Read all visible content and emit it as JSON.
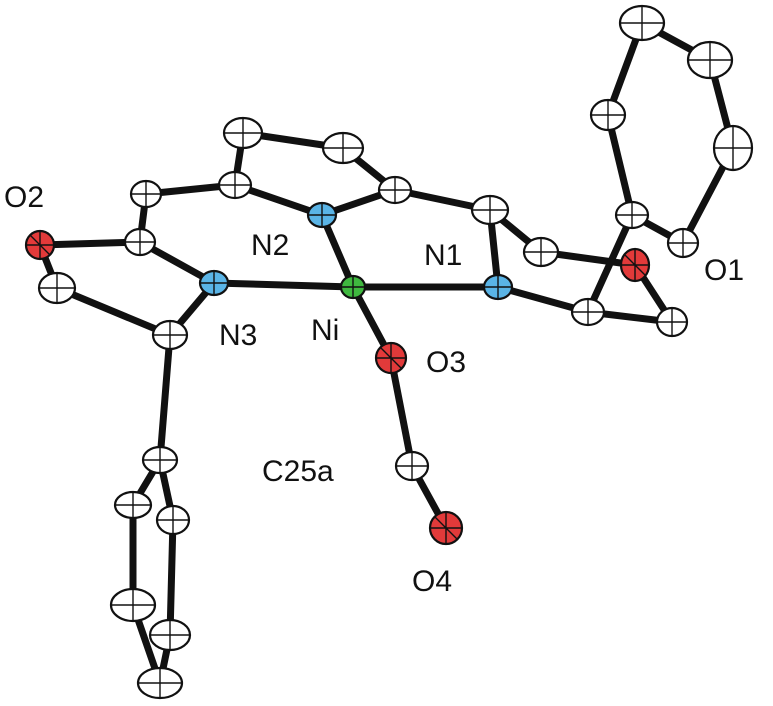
{
  "labels": {
    "O1": "O1",
    "O2": "O2",
    "O3": "O3",
    "O4": "O4",
    "N1": "N1",
    "N2": "N2",
    "N3": "N3",
    "Ni": "Ni",
    "C25a": "C25a"
  },
  "colors": {
    "carbon": "#ffffff",
    "nitrogen": "#5ab4e6",
    "oxygen": "#e23a3a",
    "nickel": "#3fb83f",
    "bond": "#111111"
  },
  "icons": {
    "atom": "thermal-ellipsoid-icon"
  }
}
